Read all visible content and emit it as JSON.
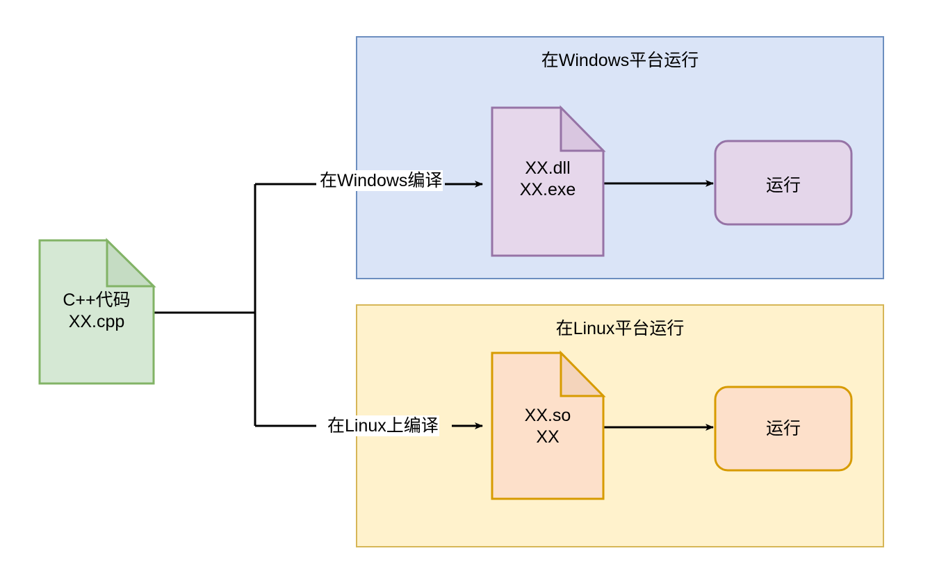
{
  "diagram": {
    "title_hidden": "",
    "source_node": {
      "name": "cpp-source-document",
      "line1": "C++代码",
      "line2": "XX.cpp",
      "text": "C++代码\nXX.cpp",
      "fill": "#d5e8d4",
      "stroke": "#82b366"
    },
    "containers": [
      {
        "name": "windows-platform-container",
        "title": "在Windows平台运行",
        "fill": "#dae4f7",
        "stroke": "#6c8ebf"
      },
      {
        "name": "linux-platform-container",
        "title": "在Linux平台运行",
        "fill": "#fff2cc",
        "stroke": "#d6b656"
      }
    ],
    "windows": {
      "artifact": {
        "name": "windows-artifact-document",
        "line1": "XX.dll",
        "line2": "XX.exe",
        "text": "XX.dll\nXX.exe",
        "fill": "#e1d5e7",
        "stroke": "#9673a6"
      },
      "run": {
        "name": "windows-run-node",
        "text": "运行",
        "fill": "#e1d5e7",
        "stroke": "#9673a6"
      },
      "edge_label": "在Windows编译"
    },
    "linux": {
      "artifact": {
        "name": "linux-artifact-document",
        "line1": "XX.so",
        "line2": "XX",
        "text": "XX.so\nXX",
        "fill": "#fad9c0",
        "stroke": "#d79b00"
      },
      "run": {
        "name": "linux-run-node",
        "text": "运行",
        "fill": "#fad9c0",
        "stroke": "#d79b00"
      },
      "edge_label": "在Linux上编译"
    },
    "edge_color": "#000000",
    "background": "#ffffff"
  }
}
